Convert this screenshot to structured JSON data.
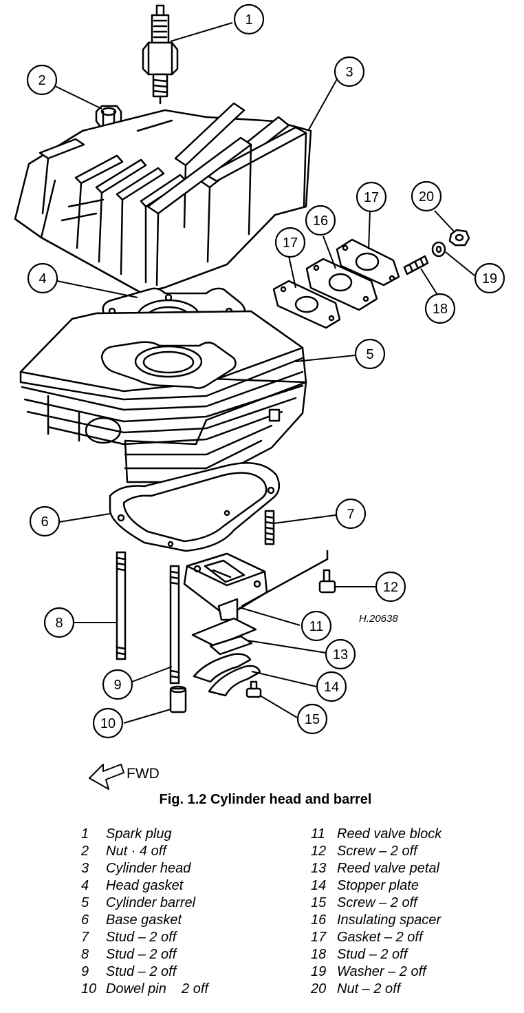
{
  "callouts": [
    "1",
    "2",
    "3",
    "4",
    "5",
    "6",
    "7",
    "8",
    "9",
    "10",
    "11",
    "12",
    "13",
    "14",
    "15",
    "16",
    "17",
    "17",
    "18",
    "19",
    "20"
  ],
  "drawing_ref": "H.20638",
  "fwd_label": "FWD",
  "caption": "Fig. 1.2 Cylinder head and barrel",
  "legend_left": [
    {
      "num": "1",
      "label": "Spark plug"
    },
    {
      "num": "2",
      "label": "Nut · 4 off"
    },
    {
      "num": "3",
      "label": "Cylinder head"
    },
    {
      "num": "4",
      "label": "Head gasket"
    },
    {
      "num": "5",
      "label": "Cylinder barrel"
    },
    {
      "num": "6",
      "label": "Base gasket"
    },
    {
      "num": "7",
      "label": "Stud – 2 off"
    },
    {
      "num": "8",
      "label": "Stud – 2 off"
    },
    {
      "num": "9",
      "label": "Stud – 2 off"
    },
    {
      "num": "10",
      "label": "Dowel pin    2 off"
    }
  ],
  "legend_right": [
    {
      "num": "11",
      "label": "Reed valve block"
    },
    {
      "num": "12",
      "label": "Screw – 2 off"
    },
    {
      "num": "13",
      "label": "Reed valve petal"
    },
    {
      "num": "14",
      "label": "Stopper plate"
    },
    {
      "num": "15",
      "label": "Screw – 2 off"
    },
    {
      "num": "16",
      "label": "Insulating spacer"
    },
    {
      "num": "17",
      "label": "Gasket – 2 off"
    },
    {
      "num": "18",
      "label": "Stud – 2 off"
    },
    {
      "num": "19",
      "label": "Washer – 2 off"
    },
    {
      "num": "20",
      "label": "Nut – 2 off"
    }
  ]
}
